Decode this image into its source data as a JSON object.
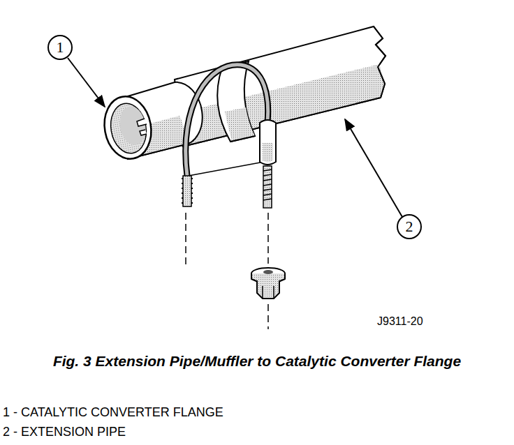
{
  "diagram": {
    "caption": "Fig. 3 Extension Pipe/Muffler to Catalytic Converter Flange",
    "nodes": [
      {
        "text": [
          "1"
        ]
      },
      {
        "text": [
          "2"
        ]
      }
    ],
    "labels": [
      "J9311-20",
      "1 - CATALYTIC CONVERTER FLANGE",
      "2 - EXTENSION PIPE"
    ]
  }
}
